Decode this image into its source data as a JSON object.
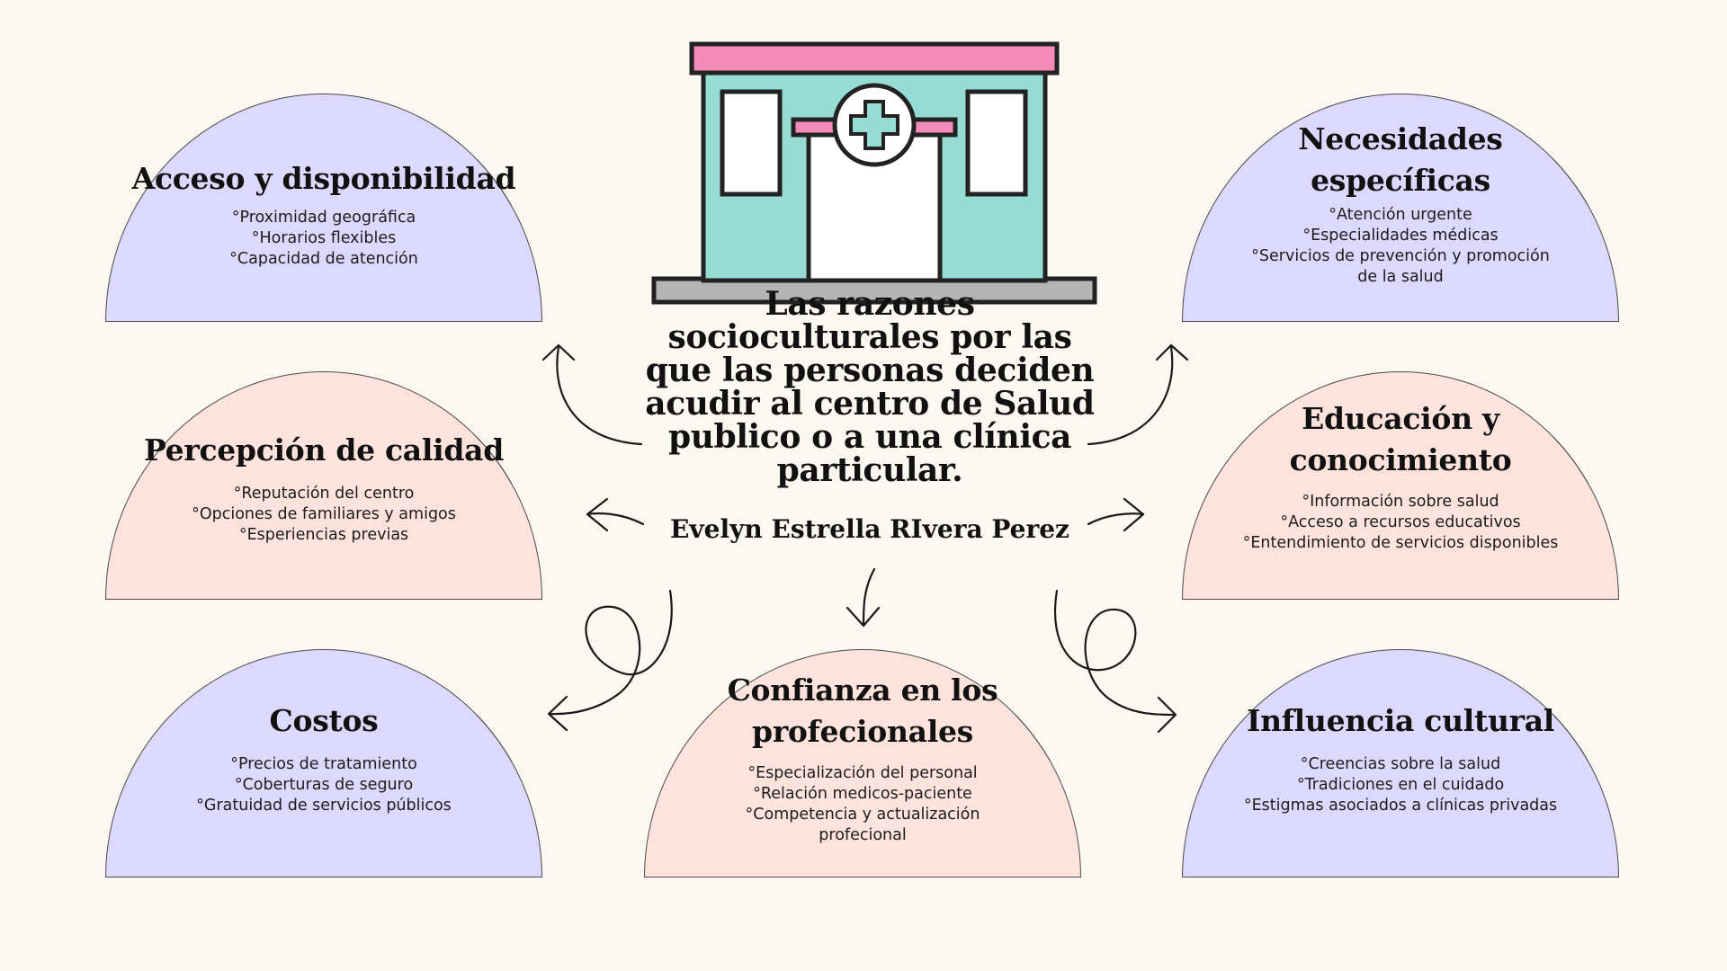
{
  "center": {
    "title": "Las razones socioculturales por las que las personas deciden acudir al centro de Salud publico o a una clínica particular.",
    "author": "Evelyn Estrella RIvera Perez"
  },
  "illustration": {
    "icon": "medical-clinic-building-icon",
    "colors": {
      "roof": "#f48bb8",
      "walls": "#97dcd3",
      "ground": "#b5b5b5",
      "outline": "#222222"
    }
  },
  "colors": {
    "lavender": "#ddd8fd",
    "peach": "#fde3dc",
    "background": "#fbf7f1"
  },
  "cards": {
    "acceso": {
      "title": "Acceso y disponibilidad",
      "items": [
        "°Proximidad geográfica",
        "°Horarios flexibles",
        "°Capacidad de atención"
      ]
    },
    "percepcion": {
      "title": "Percepción de calidad",
      "items": [
        "°Reputación del centro",
        "°Opciones de familiares y amigos",
        "°Esperiencias previas"
      ]
    },
    "costos": {
      "title": "Costos",
      "items": [
        "°Precios de tratamiento",
        "°Coberturas de seguro",
        "°Gratuidad de servicios públicos"
      ]
    },
    "confianza": {
      "title_line1": "Confianza en los",
      "title_line2": "profecionales",
      "items": [
        "°Especialización del personal",
        "°Relación medicos-paciente",
        "°Competencia y actualización",
        "profecional"
      ]
    },
    "necesidades": {
      "title_line1": "Necesidades",
      "title_line2": "específicas",
      "items": [
        "°Atención urgente",
        "°Especialidades médicas",
        "°Servicios de prevención y promoción",
        "de la salud"
      ]
    },
    "educacion": {
      "title_line1": "Educación y",
      "title_line2": "conocimiento",
      "items": [
        "°Información sobre salud",
        "°Acceso a recursos educativos",
        "°Entendimiento de servicios disponibles"
      ]
    },
    "influencia": {
      "title": "Influencia cultural",
      "items": [
        "°Creencias sobre la salud",
        "°Tradiciones en el cuidado",
        "°Estigmas asociados a clínicas privadas"
      ]
    }
  }
}
